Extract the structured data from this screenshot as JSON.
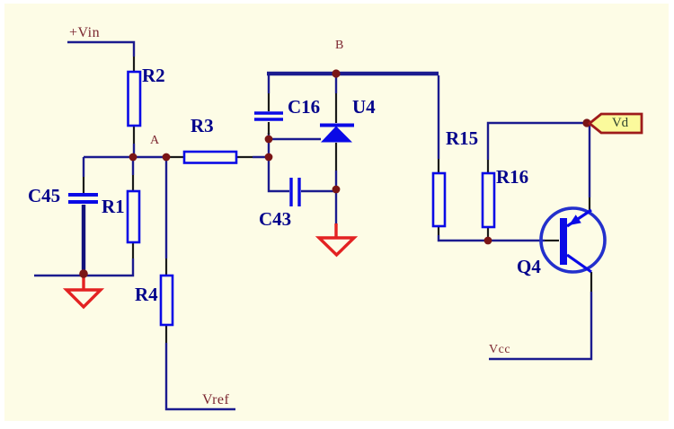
{
  "colors": {
    "page-bg": "#ffffff",
    "canvas-bg": "#fdfce6",
    "wire": "#1b1b8f",
    "pin": "#1a1a1a",
    "cap-lead": "#12127c",
    "component": "#0a0ae6",
    "transistor": "#2330cc",
    "junction": "#7a1515",
    "ground": "#e32222",
    "net-label": "#7c2630",
    "ref-label": "#00008b",
    "tag-fill": "#fbfa9c",
    "tag-border": "#9e1b1b",
    "tag-text": "#2c402c"
  },
  "labels": {
    "vin": "+Vin",
    "node_a": "A",
    "node_b": "B",
    "vref": "Vref",
    "vcc": "Vcc",
    "vd": "Vd",
    "r1": "R1",
    "r2": "R2",
    "r3": "R3",
    "r4": "R4",
    "r15": "R15",
    "r16": "R16",
    "c16": "C16",
    "c43": "C43",
    "c45": "C45",
    "u4": "U4",
    "q4": "Q4"
  },
  "components": [
    {
      "ref": "R2",
      "kind": "resistor",
      "orientation": "vertical"
    },
    {
      "ref": "R1",
      "kind": "resistor",
      "orientation": "vertical"
    },
    {
      "ref": "R3",
      "kind": "resistor",
      "orientation": "horizontal"
    },
    {
      "ref": "R4",
      "kind": "resistor",
      "orientation": "vertical"
    },
    {
      "ref": "R15",
      "kind": "resistor",
      "orientation": "vertical"
    },
    {
      "ref": "R16",
      "kind": "resistor",
      "orientation": "vertical"
    },
    {
      "ref": "C45",
      "kind": "capacitor",
      "orientation": "vertical"
    },
    {
      "ref": "C16",
      "kind": "capacitor",
      "orientation": "vertical"
    },
    {
      "ref": "C43",
      "kind": "capacitor",
      "orientation": "horizontal"
    },
    {
      "ref": "U4",
      "kind": "diode",
      "orientation": "cathode-up"
    },
    {
      "ref": "Q4",
      "kind": "transistor",
      "orientation": "arrow-toward-base"
    }
  ],
  "nets": [
    "+Vin",
    "A",
    "B",
    "Vref",
    "Vcc",
    "Vd",
    "GND",
    "GND"
  ]
}
